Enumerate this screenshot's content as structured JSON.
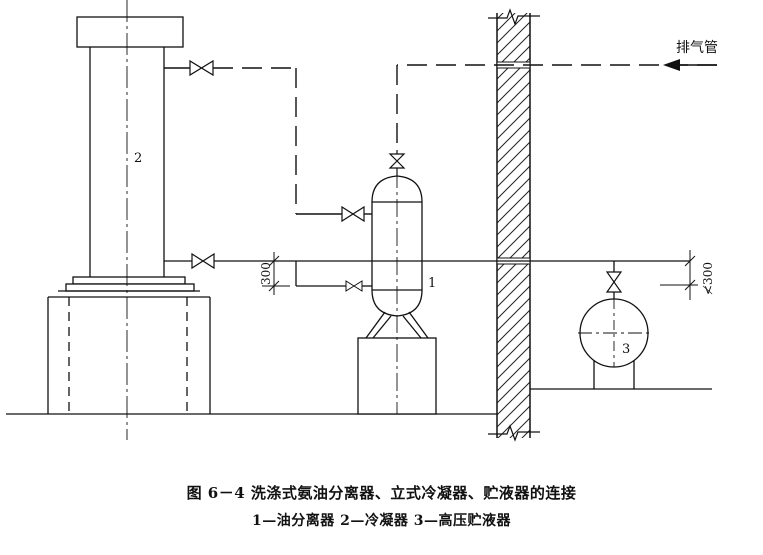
{
  "diagram": {
    "exhaust_label": "排气管",
    "dim_left": "300",
    "dim_right": "≮300",
    "tag_condenser": "2",
    "tag_separator": "1",
    "tag_receiver": "3"
  },
  "caption": {
    "title": "图 6－4   洗涤式氨油分离器、立式冷凝器、贮液器的连接",
    "legend": "1—油分离器   2—冷凝器   3—高压贮液器"
  }
}
